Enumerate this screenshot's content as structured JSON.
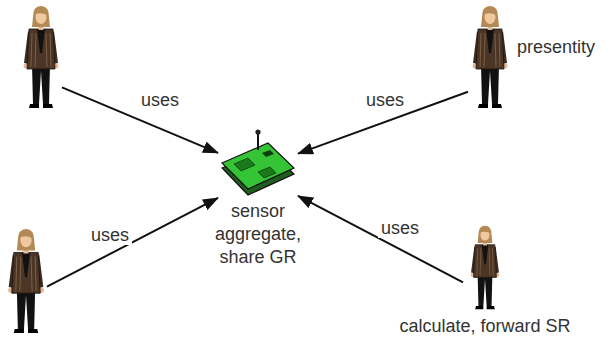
{
  "diagram": {
    "nodes": [
      {
        "text": []
      },
      {
        "text": [
          "presentity"
        ]
      },
      {
        "text": [
          "sensor aggregate, share GR"
        ]
      },
      {
        "text": []
      },
      {
        "text": [
          "calculate, forward SR"
        ]
      }
    ],
    "edges": [
      {
        "from": 0,
        "to": 2,
        "label": "uses",
        "arrow": "to"
      },
      {
        "from": 1,
        "to": 2,
        "label": "uses",
        "arrow": "to"
      },
      {
        "from": 3,
        "to": 2,
        "label": "uses",
        "arrow": "to"
      },
      {
        "from": 4,
        "to": 2,
        "label": "uses",
        "arrow": "to"
      }
    ]
  }
}
